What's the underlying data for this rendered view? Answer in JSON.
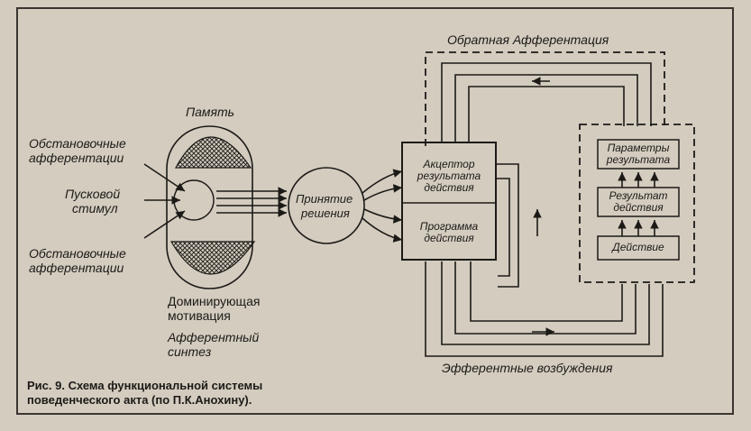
{
  "labels": {
    "feedback": "Обратная Афферентация",
    "memory": "Память",
    "situational_top_1": "Обстановочные",
    "situational_top_2": "афферентации",
    "trigger_1": "Пусковой",
    "trigger_2": "стимул",
    "situational_bottom_1": "Обстановочные",
    "situational_bottom_2": "афферентации",
    "decision_1": "Принятие",
    "decision_2": "решения",
    "acceptor_1": "Акцептор",
    "acceptor_2": "результата",
    "acceptor_3": "действия",
    "program_1": "Программа",
    "program_2": "действия",
    "params_1": "Параметры",
    "params_2": "результата",
    "result_1": "Результат",
    "result_2": "действия",
    "action": "Действие",
    "motivation_1": "Доминирующая",
    "motivation_2": "мотивация",
    "synthesis_1": "Афферентный",
    "synthesis_2": "синтез",
    "efferent": "Эфферентные возбуждения"
  },
  "caption": {
    "line1": "Рис. 9. Схема функциональной системы",
    "line2": "поведенческого акта (по П.К.Анохину)."
  },
  "colors": {
    "ink": "#1c1a17",
    "paper": "#d3ccbf"
  }
}
